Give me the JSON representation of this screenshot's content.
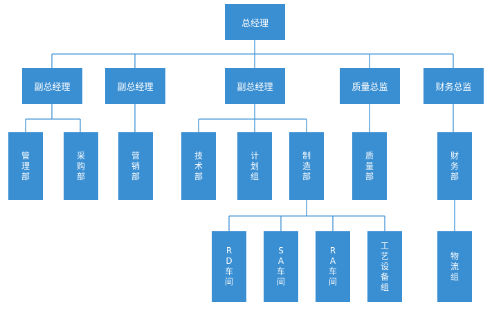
{
  "colors": {
    "node_fill": "#3a8fd3",
    "node_text": "#ffffff",
    "connector": "#3a8fd3",
    "background": "#ffffff"
  },
  "org": {
    "ceo": "总经理",
    "vp1": "副总经理",
    "vp2": "副总经理",
    "vp3": "副总经理",
    "quality_director": "质量总监",
    "finance_director": "财务总监",
    "management": "管理部",
    "purchasing": "采购部",
    "marketing": "营销部",
    "technology": "技术部",
    "planning": "计划组",
    "manufacturing": "制造部",
    "quality": "质量部",
    "finance": "财务部",
    "rd_workshop": "RD车间",
    "sa_workshop": "SA车间",
    "ra_workshop": "RA车间",
    "process_equipment": "工艺设备组",
    "logistics": "物流组"
  }
}
